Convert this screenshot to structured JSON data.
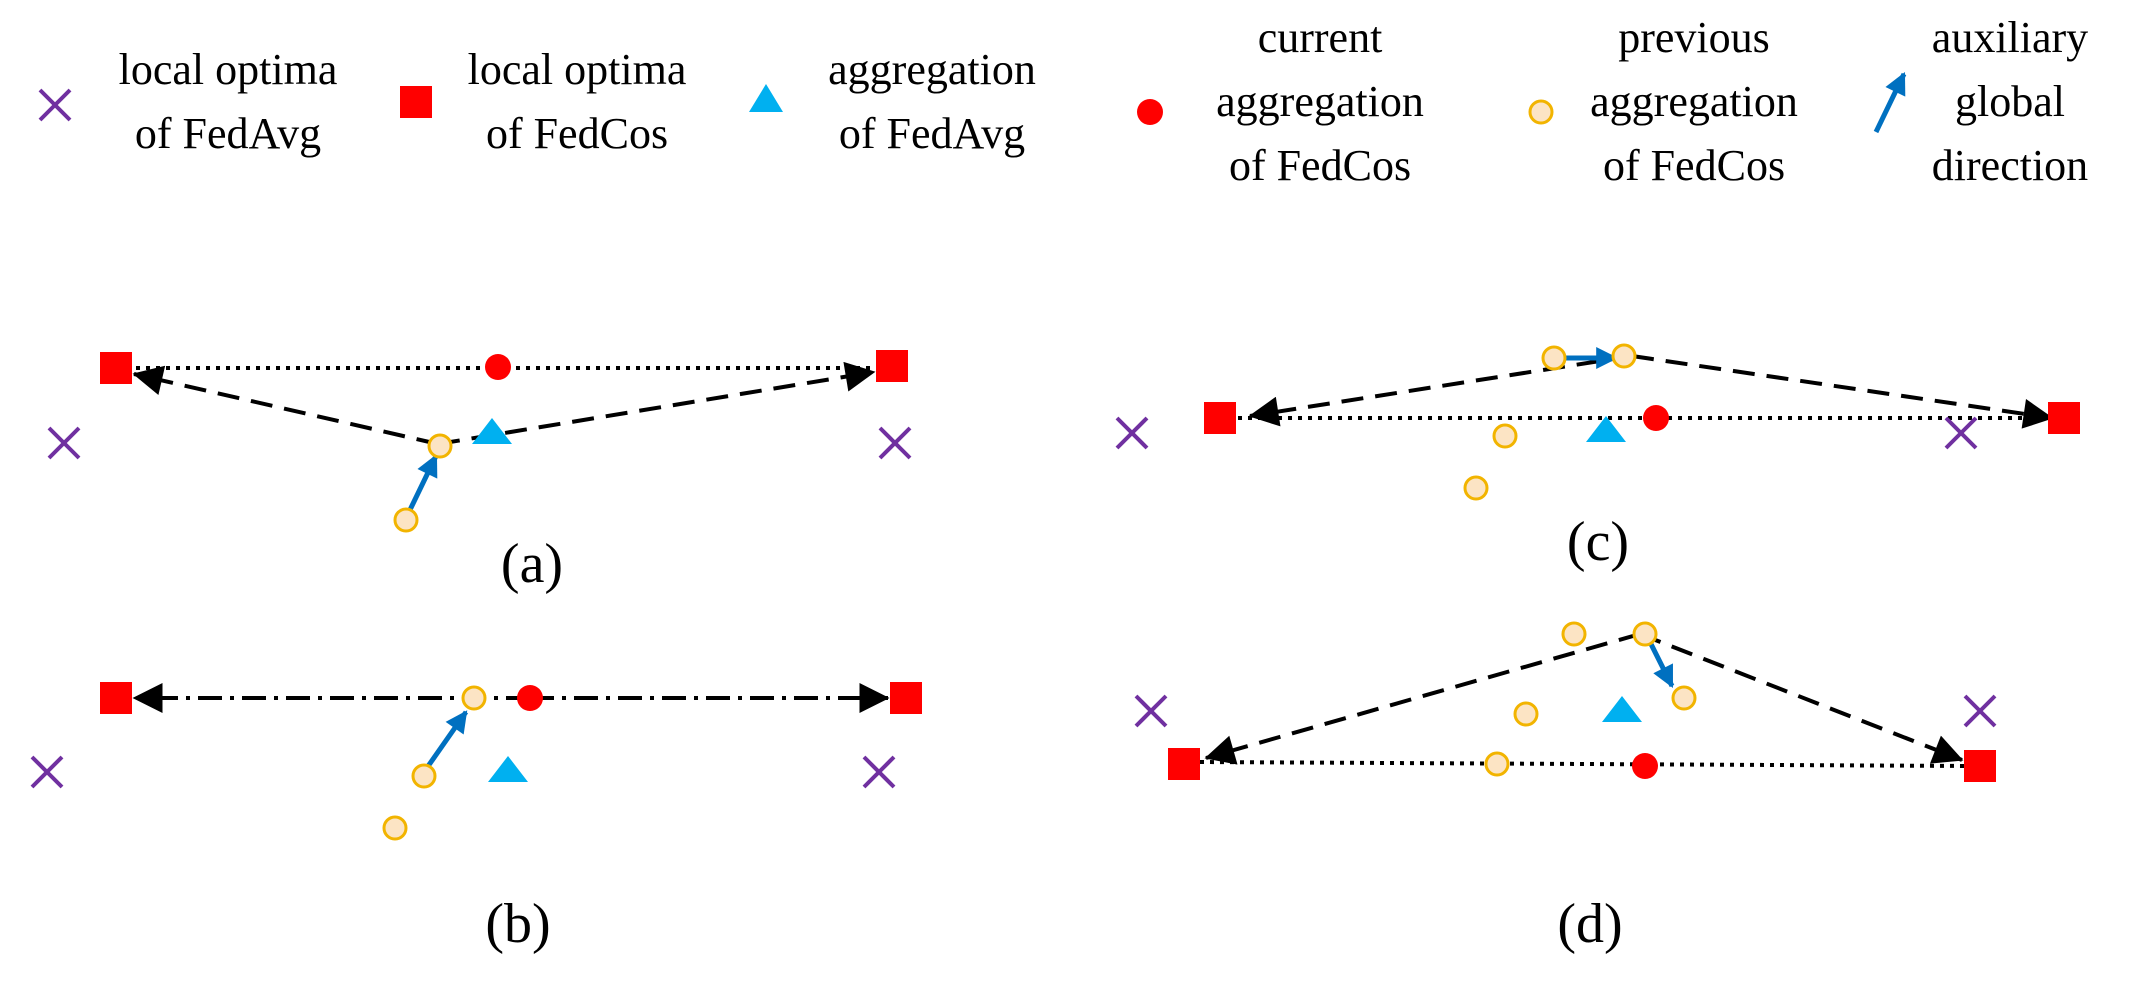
{
  "colors": {
    "fedavg_optimum": "#7030A0",
    "fedcos_optimum": "#FF0000",
    "fedavg_aggregation": "#00B0F0",
    "current_aggregation": "#FF0000",
    "previous_aggregation_fill": "#FCE4C4",
    "previous_aggregation_stroke": "#F2B400",
    "auxiliary_direction": "#0070C0",
    "arrows": "#000000"
  },
  "legend": {
    "local_optima_fedavg": [
      "local optima",
      "of FedAvg"
    ],
    "local_optima_fedcos": [
      "local optima",
      "of FedCos"
    ],
    "aggregation_fedavg": [
      "aggregation",
      "of FedAvg"
    ],
    "current_aggregation_fedcos": [
      "current",
      "aggregation",
      "of FedCos"
    ],
    "previous_aggregation_fedcos": [
      "previous",
      "aggregation",
      "of FedCos"
    ],
    "auxiliary_global_direction": [
      "auxiliary",
      "global",
      "direction"
    ],
    "icons": {
      "local_optima_fedavg": "cross-marker-icon",
      "local_optima_fedcos": "square-marker-icon",
      "aggregation_fedavg": "triangle-marker-icon",
      "current_aggregation_fedcos": "filled-circle-marker-icon",
      "previous_aggregation_fedcos": "hollow-circle-marker-icon",
      "auxiliary_global_direction": "blue-arrow-icon"
    }
  },
  "panels": {
    "a": {
      "label": "(a)"
    },
    "b": {
      "label": "(b)"
    },
    "c": {
      "label": "(c)"
    },
    "d": {
      "label": "(d)"
    }
  }
}
